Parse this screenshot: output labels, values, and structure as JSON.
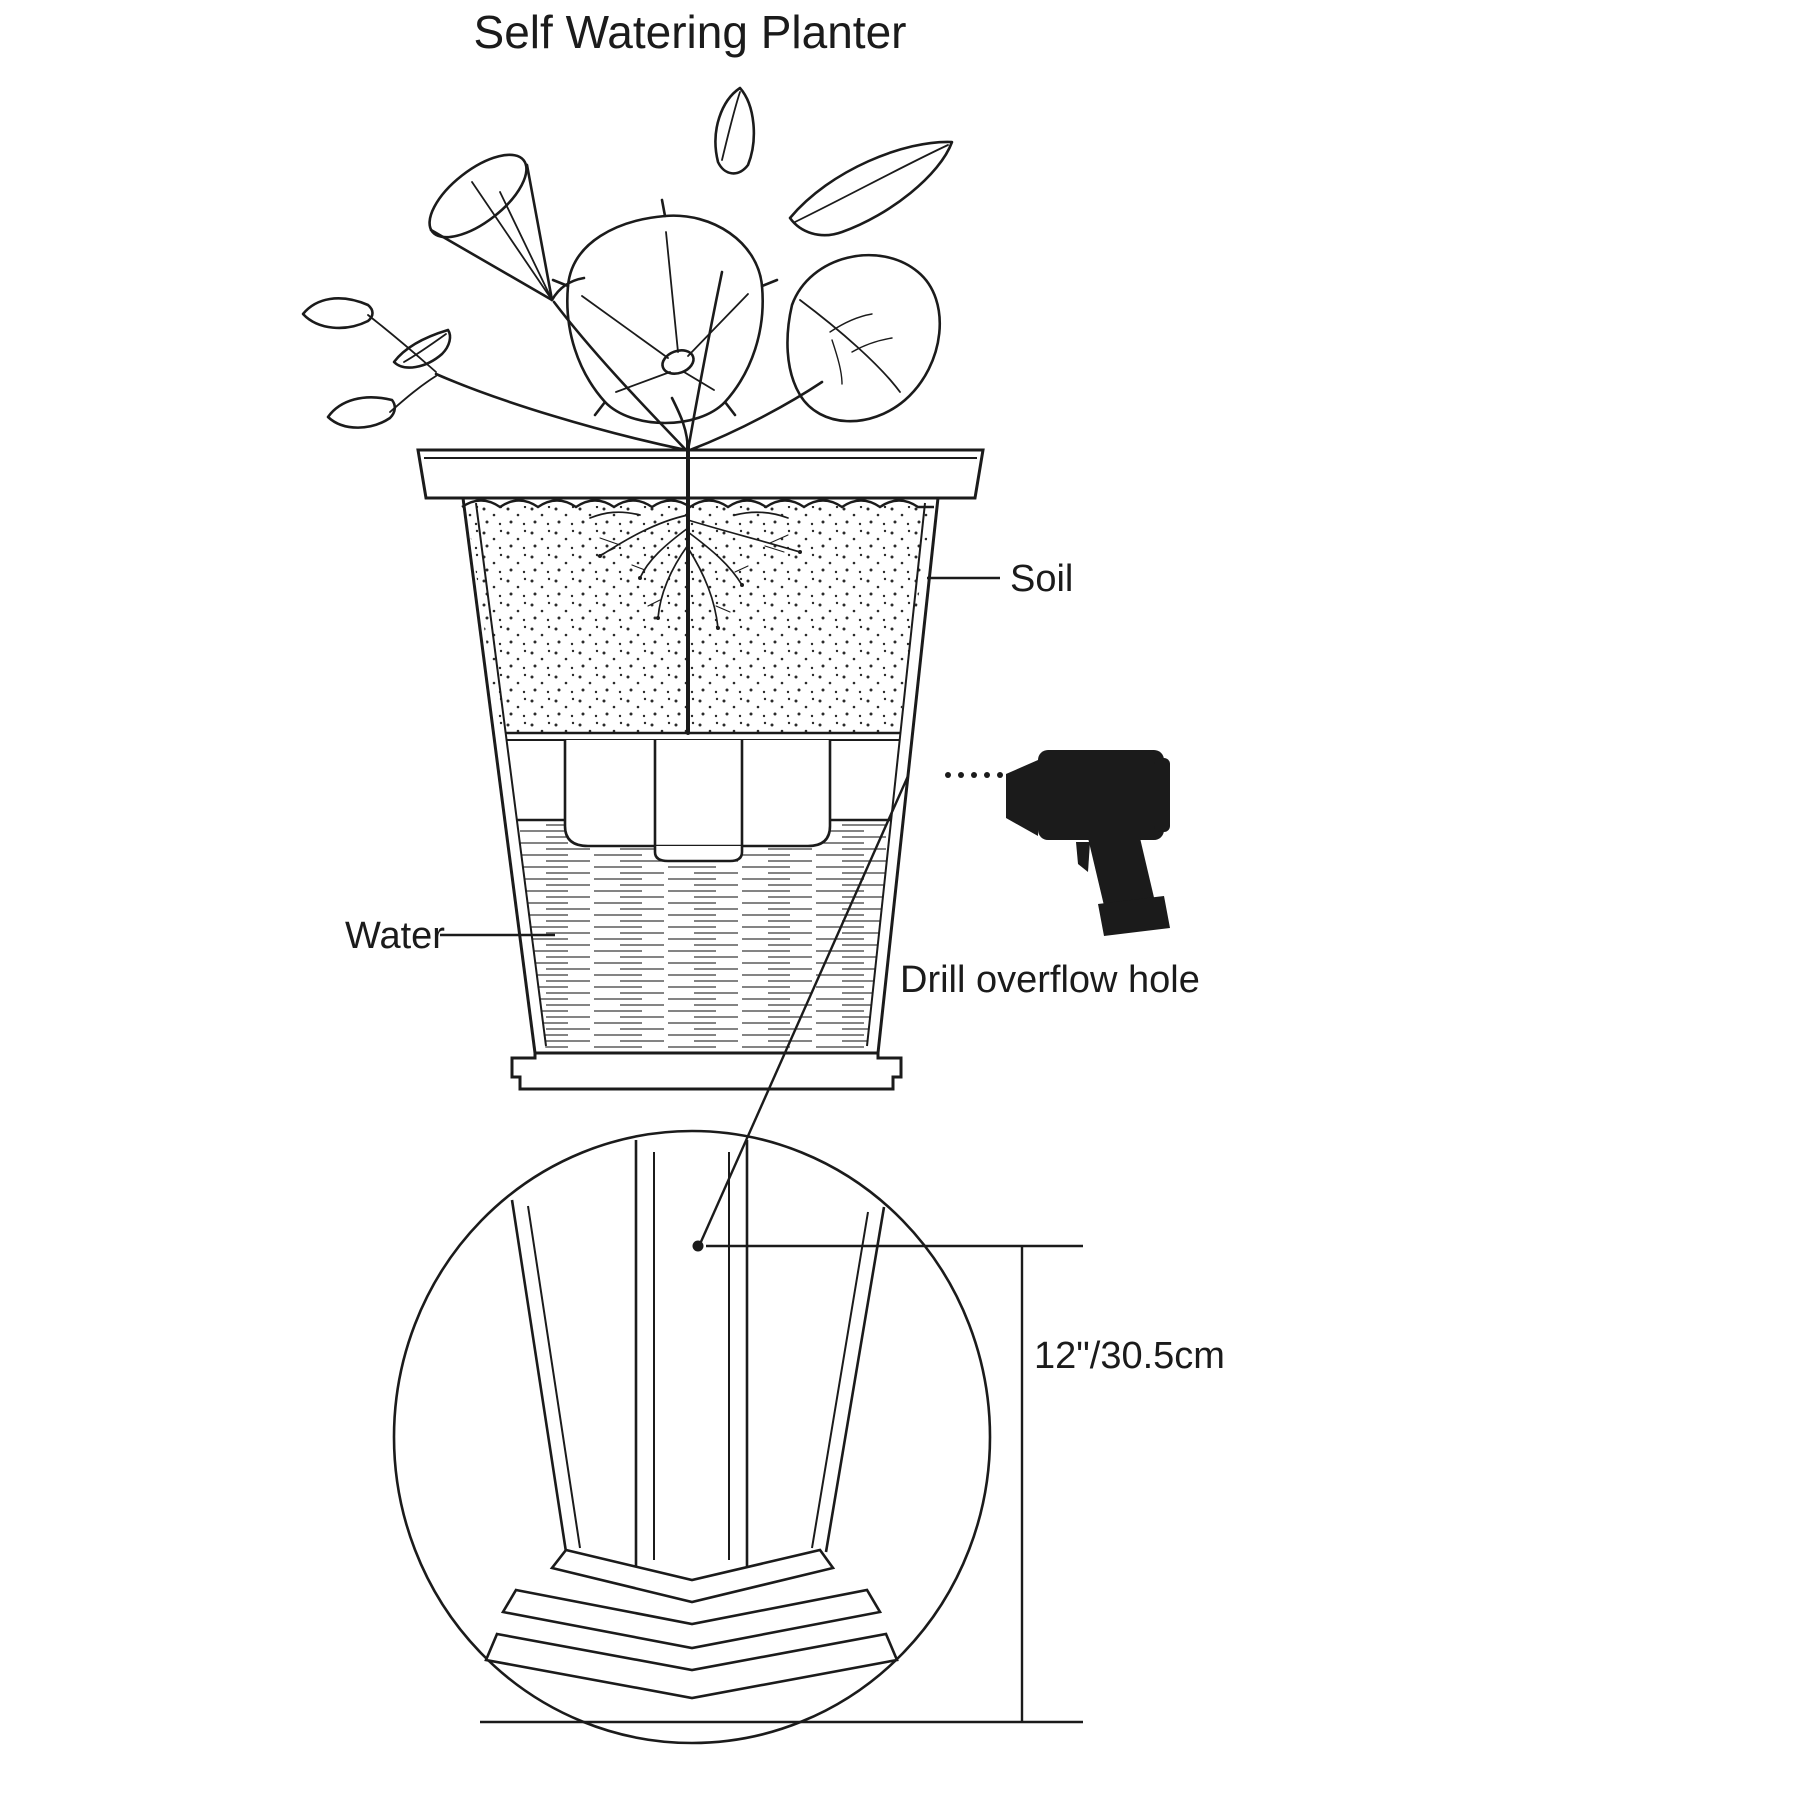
{
  "title": "Self Watering Planter",
  "labels": {
    "soil": "Soil",
    "water": "Water",
    "drill_instruction": "Drill overflow hole",
    "dimension": "12\"/30.5cm"
  },
  "icons": {
    "drill": "power-drill-icon"
  },
  "colors": {
    "ink": "#1b1b1b",
    "background": "#ffffff"
  }
}
